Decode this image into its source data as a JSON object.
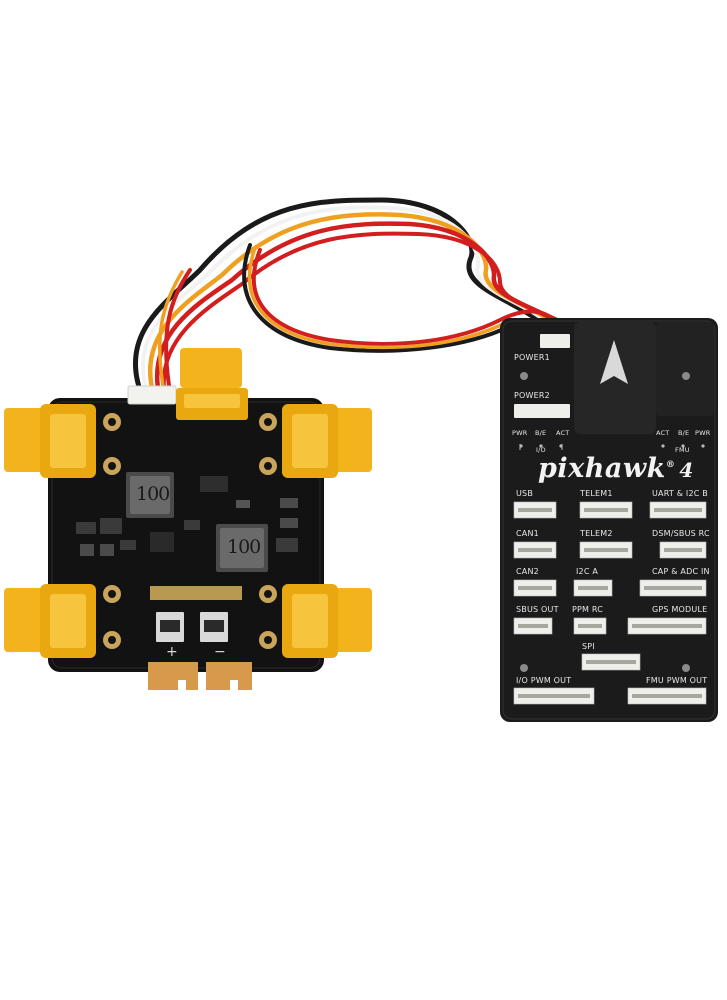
{
  "pcb": {
    "inductor_left": "100",
    "inductor_right": "100",
    "plus_mark": "+",
    "minus_mark": "−"
  },
  "fc": {
    "brand": "pixhawk",
    "brand_version": "4",
    "brand_reg": "®",
    "left_labels": [
      "PWR",
      "B/E",
      "ACT"
    ],
    "left_group": "I/O",
    "right_labels": [
      "ACT",
      "B/E",
      "PWR"
    ],
    "right_group": "FMU",
    "ports": {
      "power1": "POWER1",
      "power2": "POWER2",
      "usb": "USB",
      "telem1": "TELEM1",
      "uart_i2c_b": "UART & I2C B",
      "can1": "CAN1",
      "telem2": "TELEM2",
      "dsm_sbus_rc": "DSM/SBUS RC",
      "can2": "CAN2",
      "i2c_a": "I2C A",
      "cap_adc_in": "CAP & ADC IN",
      "sbus_out": "SBUS OUT",
      "ppm_rc": "PPM RC",
      "gps_module": "GPS MODULE",
      "spi": "SPI",
      "io_pwm_out": "I/O PWM OUT",
      "fmu_pwm_out": "FMU PWM OUT"
    }
  },
  "colors": {
    "connector_yellow": "#f2b31c",
    "pcb_black": "#121212",
    "fc_body": "#1b1b1b",
    "wire_red": "#d21e1e",
    "wire_orange": "#f0a020",
    "wire_black": "#1a1a1a"
  }
}
